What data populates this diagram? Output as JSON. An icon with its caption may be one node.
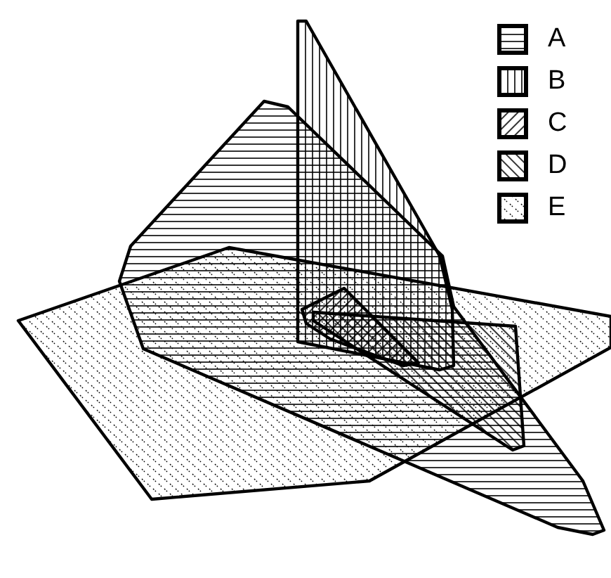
{
  "diagram": {
    "legend": [
      {
        "text": "A"
      },
      {
        "text": "B"
      },
      {
        "text": "C"
      },
      {
        "text": "D"
      },
      {
        "text": "E"
      }
    ]
  }
}
